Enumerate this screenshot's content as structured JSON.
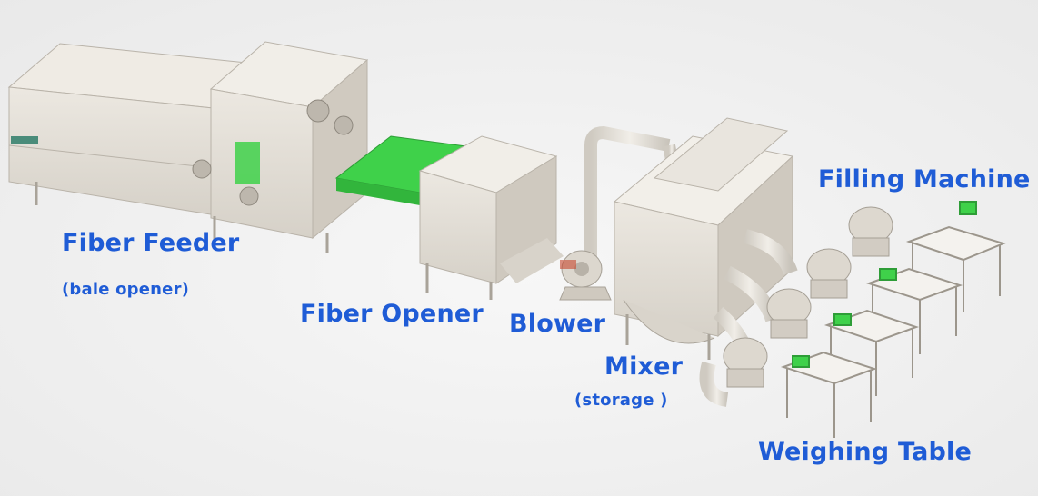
{
  "colors": {
    "label": "#1f5cd6",
    "metal": "#e3dfd8",
    "metal_shade": "#c9c4bb",
    "green": "#3fd14a",
    "background": "#f3f3f3"
  },
  "labels": {
    "fiber_feeder": "Fiber Feeder",
    "fiber_feeder_sub": "(bale opener)",
    "fiber_opener": "Fiber Opener",
    "blower": "Blower",
    "mixer": "Mixer",
    "mixer_sub": "(storage )",
    "filling_machine": "Filling Machine",
    "weighing_table": "Weighing Table"
  }
}
